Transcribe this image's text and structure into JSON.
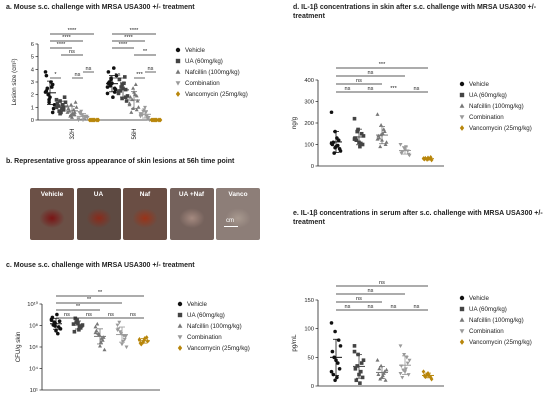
{
  "panels": [
    {
      "id": "a",
      "title": "a. Mouse s.c. challenge with MRSA USA300 +/- treatment",
      "chart_data": {
        "type": "scatter",
        "ylabel": "Lesion size (cm²)",
        "yscale": "linear",
        "ylim": [
          0,
          6
        ],
        "yticks": [
          "0",
          "1",
          "2",
          "3",
          "4",
          "5",
          "6"
        ],
        "categories": [
          "32H",
          "56H"
        ],
        "series": [
          {
            "name": "Vehicle",
            "marker": "circle",
            "values": [
              [
                2.2,
                1.4,
                2.8,
                3.5,
                1.8,
                0.9,
                2.5,
                3.0,
                1.2,
                2.0,
                2.6,
                3.8,
                1.6,
                0.6,
                2.3
              ],
              [
                2.6,
                3.2,
                2.2,
                3.8,
                2.9,
                2.4,
                3.0,
                1.8,
                3.5,
                2.7,
                4.1,
                2.1,
                3.3,
                2.5,
                2.9
              ]
            ]
          },
          {
            "name": "UA (60mg/kg)",
            "marker": "square",
            "values": [
              [
                1.0,
                1.5,
                0.8,
                1.3,
                0.6,
                1.8,
                1.1,
                0.9,
                1.4,
                0.7,
                1.2,
                1.6,
                0.5,
                1.0
              ],
              [
                2.1,
                2.8,
                1.8,
                3.2,
                2.5,
                1.5,
                2.3,
                2.9,
                1.9,
                2.6,
                3.4,
                2.2,
                1.7,
                2.4
              ]
            ]
          },
          {
            "name": "Nafcillin (100mg/kg)",
            "marker": "triangle-up",
            "values": [
              [
                0.6,
                1.2,
                0.4,
                0.9,
                0.2,
                1.4,
                0.7,
                0.5,
                1.0,
                0.3,
                0.8,
                1.1,
                0.4,
                0.6
              ],
              [
                1.2,
                2.5,
                0.8,
                1.8,
                2.2,
                1.5,
                0.6,
                2.0,
                1.0,
                1.6,
                2.8,
                1.3,
                0.9,
                1.9
              ]
            ]
          },
          {
            "name": "Combination",
            "marker": "triangle-down",
            "values": [
              [
                0.1,
                0.4,
                0.2,
                0.6,
                0.0,
                0.3,
                0.5,
                0.1,
                0.2,
                0.7,
                0.3,
                0.0
              ],
              [
                0.3,
                0.8,
                0.1,
                0.5,
                1.0,
                0.2,
                0.4,
                0.6,
                0.0,
                0.7,
                0.3,
                0.5
              ]
            ]
          },
          {
            "name": "Vancomycin (25mg/kg)",
            "marker": "diamond",
            "values": [
              [
                0.0,
                0.0,
                0.0,
                0.0,
                0.0,
                0.0,
                0.0,
                0.0,
                0.0,
                0.0
              ],
              [
                0.0,
                0.0,
                0.0,
                0.0,
                0.0,
                0.0,
                0.0,
                0.0,
                0.0,
                0.0
              ]
            ]
          }
        ],
        "comparisons": [
          {
            "cat": 0,
            "a": 0,
            "b": 4,
            "label": "****"
          },
          {
            "cat": 0,
            "a": 0,
            "b": 3,
            "label": "****"
          },
          {
            "cat": 0,
            "a": 0,
            "b": 2,
            "label": "****"
          },
          {
            "cat": 0,
            "a": 0,
            "b": 1,
            "label": "*"
          },
          {
            "cat": 0,
            "a": 1,
            "b": 3,
            "label": "ns"
          },
          {
            "cat": 0,
            "a": 2,
            "b": 3,
            "label": "ns"
          },
          {
            "cat": 0,
            "a": 3,
            "b": 4,
            "label": "ns"
          },
          {
            "cat": 1,
            "a": 0,
            "b": 4,
            "label": "****"
          },
          {
            "cat": 1,
            "a": 0,
            "b": 3,
            "label": "****"
          },
          {
            "cat": 1,
            "a": 0,
            "b": 1,
            "label": "ns"
          },
          {
            "cat": 1,
            "a": 0,
            "b": 2,
            "label": "****"
          },
          {
            "cat": 1,
            "a": 2,
            "b": 3,
            "label": "***"
          },
          {
            "cat": 1,
            "a": 2,
            "b": 4,
            "label": "**"
          },
          {
            "cat": 1,
            "a": 3,
            "b": 4,
            "label": "ns"
          }
        ]
      },
      "legend": [
        "Vehicle",
        "UA (60mg/kg)",
        "Nafcillin (100mg/kg)",
        "Combination",
        "Vancomycin (25mg/kg)"
      ]
    },
    {
      "id": "b",
      "title": "b. Representative gross appearance of skin lesions at 56h time point",
      "photos": [
        {
          "label": "Vehicle",
          "bg": "#6b5046",
          "lesion": "#7a1414"
        },
        {
          "label": "UA",
          "bg": "#5e4a42",
          "lesion": "#8a2a1a"
        },
        {
          "label": "Naf",
          "bg": "#6a4e44",
          "lesion": "#9a3318"
        },
        {
          "label": "UA +Naf",
          "bg": "#75625c",
          "lesion": "#a58a80"
        },
        {
          "label": "Vanco",
          "bg": "#8d7e78",
          "lesion": "#a8998f"
        }
      ],
      "scale_label": "cm"
    },
    {
      "id": "c",
      "title": "c. Mouse s.c. challenge with MRSA USA300 +/- treatment",
      "chart_data": {
        "type": "scatter",
        "ylabel": "CFU/g skin",
        "yscale": "log",
        "ylim": [
          1,
          10
        ],
        "yticks": [
          "10¹",
          "10⁴",
          "10⁶",
          "10⁸",
          "10¹⁰"
        ],
        "categories": [
          "Vehicle",
          "UA (60mg/kg)",
          "Nafcillin (100mg/kg)",
          "Combination",
          "Vancomycin (25mg/kg)"
        ],
        "series": [
          {
            "name": "Vehicle",
            "marker": "circle",
            "values": [
              8.4,
              8.0,
              7.6,
              8.6,
              7.2,
              8.2,
              7.8,
              8.9,
              7.4,
              8.1,
              6.9,
              8.3,
              7.7
            ]
          },
          {
            "name": "UA (60mg/kg)",
            "marker": "square",
            "values": [
              7.9,
              8.3,
              7.5,
              7.1,
              8.0,
              7.7,
              8.5,
              7.3,
              7.8,
              8.1,
              7.6
            ]
          },
          {
            "name": "Nafcillin (100mg/kg)",
            "marker": "triangle-up",
            "values": [
              7.6,
              6.8,
              6.2,
              7.2,
              5.6,
              6.5,
              7.9,
              6.0,
              5.2,
              6.9,
              6.4,
              7.0
            ]
          },
          {
            "name": "Combination",
            "marker": "triangle-down",
            "values": [
              7.8,
              6.9,
              6.3,
              7.4,
              5.8,
              6.6,
              8.1,
              6.1,
              5.5,
              7.1,
              6.7,
              7.3
            ]
          },
          {
            "name": "Vancomycin (25mg/kg)",
            "marker": "diamond",
            "values": [
              6.3,
              6.0,
              6.5,
              5.9,
              6.2,
              6.1,
              5.8,
              6.4
            ]
          }
        ],
        "comparisons": [
          {
            "a": 0,
            "b": 1,
            "label": "ns"
          },
          {
            "a": 1,
            "b": 2,
            "label": "ns"
          },
          {
            "a": 2,
            "b": 3,
            "label": "ns"
          },
          {
            "a": 3,
            "b": 4,
            "label": "ns"
          },
          {
            "a": 0,
            "b": 2,
            "label": "**"
          },
          {
            "a": 0,
            "b": 3,
            "label": "**"
          },
          {
            "a": 0,
            "b": 4,
            "label": "**"
          }
        ]
      },
      "legend": [
        "Vehicle",
        "UA (60mg/kg)",
        "Nafcillin (100mg/kg)",
        "Combination",
        "Vancomycin (25mg/kg)"
      ]
    },
    {
      "id": "d",
      "title": "d. IL-1β concentrations in skin after s.c. challenge with MRSA USA300 +/- treatment",
      "chart_data": {
        "type": "scatter",
        "ylabel": "ng/g",
        "yscale": "linear",
        "ylim": [
          0,
          400
        ],
        "yticks": [
          "0",
          "100",
          "200",
          "300",
          "400"
        ],
        "categories": [
          "Vehicle",
          "UA (60mg/kg)",
          "Nafcillin (100mg/kg)",
          "Combination",
          "Vancomycin (25mg/kg)"
        ],
        "series": [
          {
            "name": "Vehicle",
            "marker": "circle",
            "values": [
              250,
              160,
              120,
              100,
              90,
              80,
              110,
              130,
              70,
              60,
              95,
              105,
              85
            ]
          },
          {
            "name": "UA (60mg/kg)",
            "marker": "square",
            "values": [
              220,
              170,
              150,
              130,
              110,
              100,
              120,
              90,
              140,
              160,
              105,
              125
            ]
          },
          {
            "name": "Nafcillin (100mg/kg)",
            "marker": "triangle-up",
            "values": [
              240,
              190,
              160,
              140,
              120,
              100,
              130,
              150,
              110,
              90,
              170,
              125,
              145
            ]
          },
          {
            "name": "Combination",
            "marker": "triangle-down",
            "values": [
              100,
              85,
              70,
              60,
              75,
              55,
              65,
              90,
              50
            ]
          },
          {
            "name": "Vancomycin (25mg/kg)",
            "marker": "diamond",
            "values": [
              35,
              30,
              40,
              32,
              38,
              28,
              36,
              33
            ]
          }
        ],
        "comparisons": [
          {
            "a": 0,
            "b": 1,
            "label": "ns"
          },
          {
            "a": 1,
            "b": 2,
            "label": "ns"
          },
          {
            "a": 2,
            "b": 3,
            "label": "***"
          },
          {
            "a": 3,
            "b": 4,
            "label": "ns"
          },
          {
            "a": 0,
            "b": 2,
            "label": "ns"
          },
          {
            "a": 0,
            "b": 3,
            "label": "ns"
          },
          {
            "a": 0,
            "b": 4,
            "label": "***"
          }
        ]
      },
      "legend": [
        "Vehicle",
        "UA (60mg/kg)",
        "Nafcillin (100mg/kg)",
        "Combination",
        "Vancomycin (25mg/kg)"
      ]
    },
    {
      "id": "e",
      "title": "e. IL-1β concentrations in serum after s.c. challenge with MRSA USA300 +/- treatment",
      "chart_data": {
        "type": "scatter",
        "ylabel": "pg/mL",
        "yscale": "linear",
        "ylim": [
          0,
          150
        ],
        "yticks": [
          "0",
          "50",
          "100",
          "150"
        ],
        "categories": [
          "Vehicle",
          "UA (60mg/kg)",
          "Nafcillin (100mg/kg)",
          "Combination",
          "Vancomycin (25mg/kg)"
        ],
        "series": [
          {
            "name": "Vehicle",
            "marker": "circle",
            "values": [
              110,
              95,
              80,
              60,
              45,
              30,
              20,
              15,
              70,
              50,
              40,
              25,
              10
            ]
          },
          {
            "name": "UA (60mg/kg)",
            "marker": "square",
            "values": [
              70,
              55,
              40,
              30,
              20,
              15,
              10,
              5,
              45,
              35,
              25,
              60
            ]
          },
          {
            "name": "Nafcillin (100mg/kg)",
            "marker": "triangle-up",
            "values": [
              45,
              35,
              25,
              20,
              15,
              10,
              30,
              18,
              28,
              12,
              22
            ]
          },
          {
            "name": "Combination",
            "marker": "triangle-down",
            "values": [
              70,
              55,
              40,
              35,
              25,
              20,
              15,
              30,
              45,
              28,
              50,
              22
            ]
          },
          {
            "name": "Vancomycin (25mg/kg)",
            "marker": "diamond",
            "values": [
              25,
              20,
              15,
              18,
              22,
              12,
              16,
              19
            ]
          }
        ],
        "comparisons": [
          {
            "a": 0,
            "b": 1,
            "label": "ns"
          },
          {
            "a": 1,
            "b": 2,
            "label": "ns"
          },
          {
            "a": 2,
            "b": 3,
            "label": "ns"
          },
          {
            "a": 3,
            "b": 4,
            "label": "ns"
          },
          {
            "a": 0,
            "b": 2,
            "label": "ns"
          },
          {
            "a": 0,
            "b": 3,
            "label": "ns"
          },
          {
            "a": 0,
            "b": 4,
            "label": "ns"
          }
        ]
      },
      "legend": [
        "Vehicle",
        "UA (60mg/kg)",
        "Nafcillin (100mg/kg)",
        "Combination",
        "Vancomycin (25mg/kg)"
      ]
    }
  ],
  "colors": {
    "Vehicle": "#111111",
    "UA (60mg/kg)": "#444444",
    "Nafcillin (100mg/kg)": "#777777",
    "Combination": "#9a9a9a",
    "Vancomycin (25mg/kg)": "#b8860b"
  }
}
